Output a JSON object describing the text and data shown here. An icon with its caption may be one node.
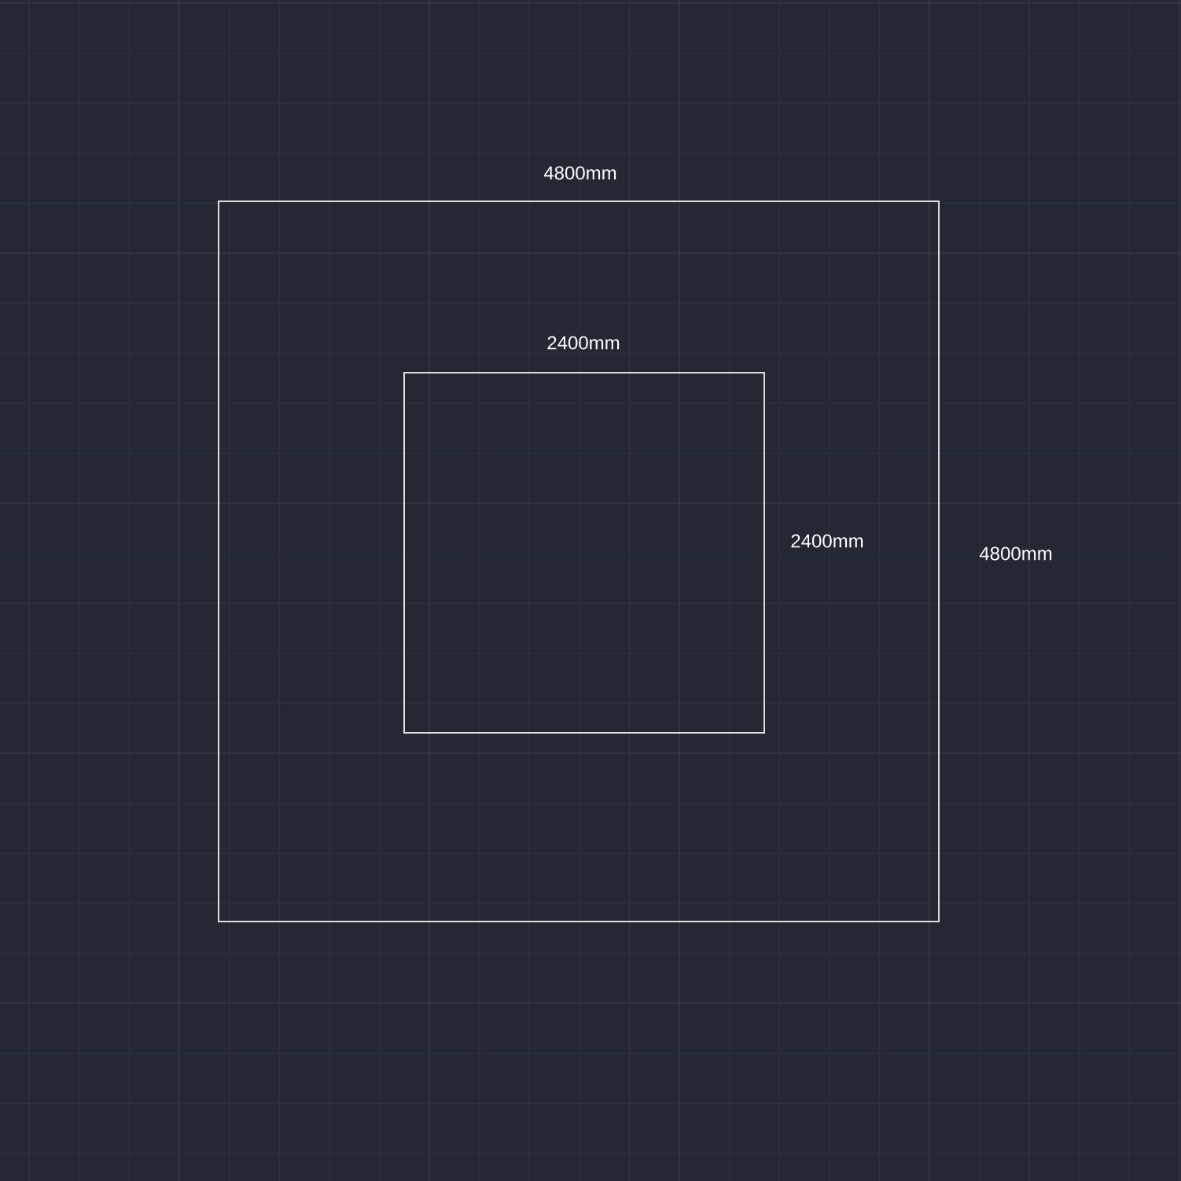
{
  "diagram": {
    "nodes": [
      {
        "text": [],
        "shape": "box"
      },
      {
        "text": [],
        "shape": "box",
        "in": 0
      }
    ],
    "labels": [
      "4800mm",
      "2400mm",
      "2400mm",
      "4800mm"
    ]
  }
}
